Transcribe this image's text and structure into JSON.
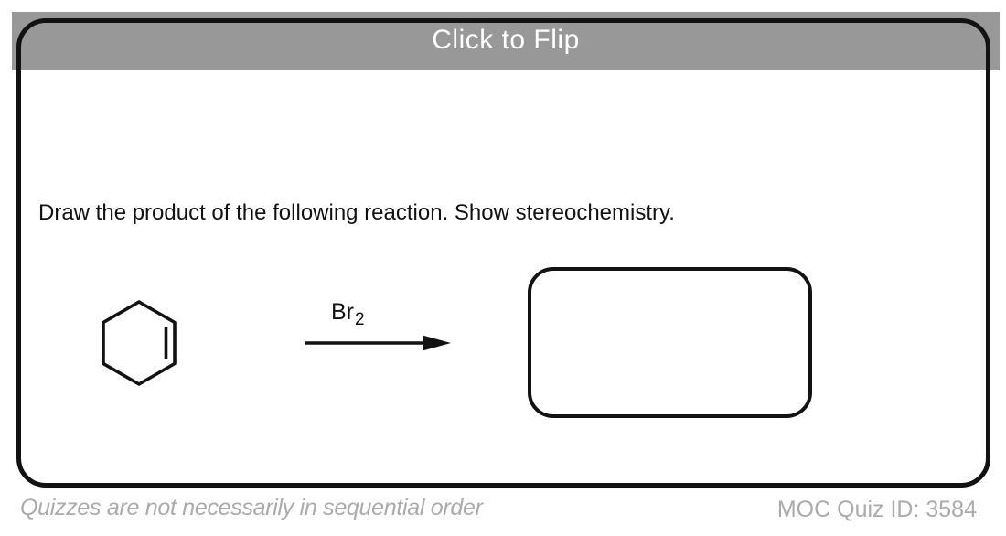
{
  "header": {
    "title": "Click to Flip"
  },
  "card": {
    "question": "Draw the product of the following reaction. Show stereochemistry.",
    "reaction": {
      "reactant": "cyclohexene",
      "reagent_symbol": "Br",
      "reagent_subscript": "2",
      "product": ""
    }
  },
  "footer": {
    "left_note": "Quizzes are not necessarily in sequential order",
    "quiz_id_label": "MOC Quiz ID: 3584"
  },
  "colors": {
    "header_bg": "#989898",
    "header_text": "#ffffff",
    "ink": "#121212",
    "footer_text": "#ababab"
  }
}
